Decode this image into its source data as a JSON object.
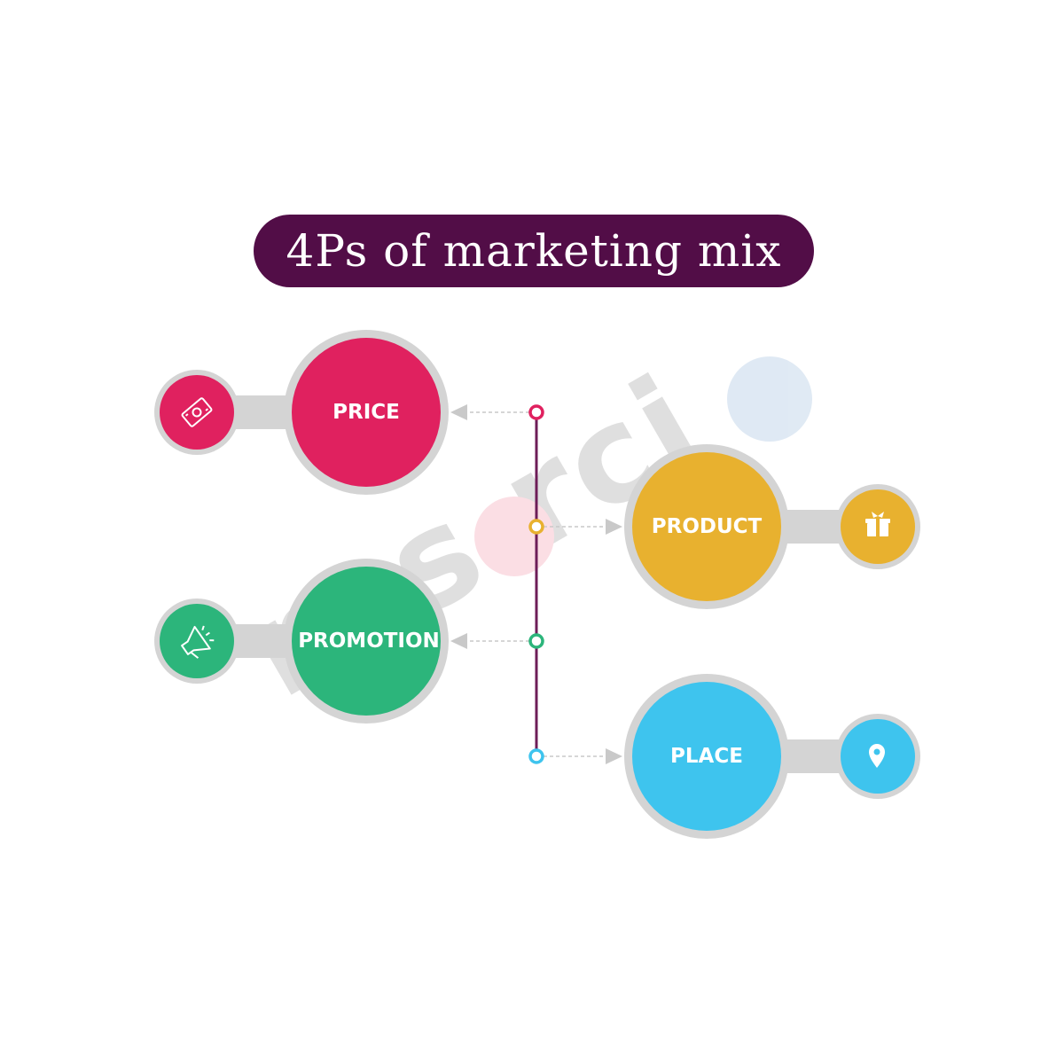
{
  "title": "4Ps of marketing mix",
  "watermark": "resorci",
  "colors": {
    "title_background": "#520d47",
    "price": "#e0215f",
    "product": "#e8b12f",
    "promotion": "#2cb57b",
    "place": "#3ec4ee",
    "ring": "#d4d4d4",
    "spine": "#6d1d58"
  },
  "nodes": [
    {
      "id": "price",
      "label": "PRICE",
      "icon": "money-icon"
    },
    {
      "id": "product",
      "label": "PRODUCT",
      "icon": "gift-box-icon"
    },
    {
      "id": "promotion",
      "label": "PROMOTION",
      "icon": "megaphone-icon"
    },
    {
      "id": "place",
      "label": "PLACE",
      "icon": "location-pin-icon"
    }
  ]
}
